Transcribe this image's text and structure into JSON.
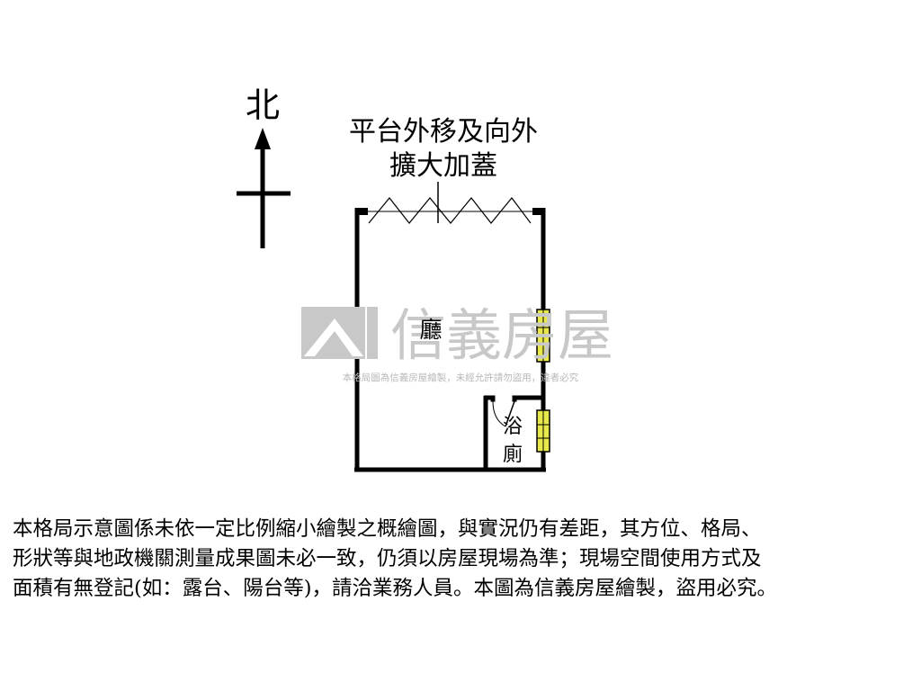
{
  "compass": {
    "label": "北"
  },
  "annotation": {
    "line1": "平台外移及向外",
    "line2": "擴大加蓋"
  },
  "rooms": {
    "living": "廳",
    "bath_line1": "浴",
    "bath_line2": "廁"
  },
  "watermark": {
    "brand": "信義房屋",
    "notice": "本格局圖為信義房屋繪製，未經允許請勿盜用，違者必究"
  },
  "disclaimer": {
    "line1": "本格局示意圖係未依一定比例縮小繪製之概繪圖，與實況仍有差距，其方位、格局、",
    "line2": "形狀等與地政機關測量成果圖未必一致，仍須以房屋現場為準；現場空間使用方式及",
    "line3": "面積有無登記(如：露台、陽台等)，請洽業務人員。本圖為信義房屋繪製，盜用必究。"
  },
  "colors": {
    "wall": "#000000",
    "window_fill": "#e8e84a",
    "watermark": "#c8c8c8"
  }
}
